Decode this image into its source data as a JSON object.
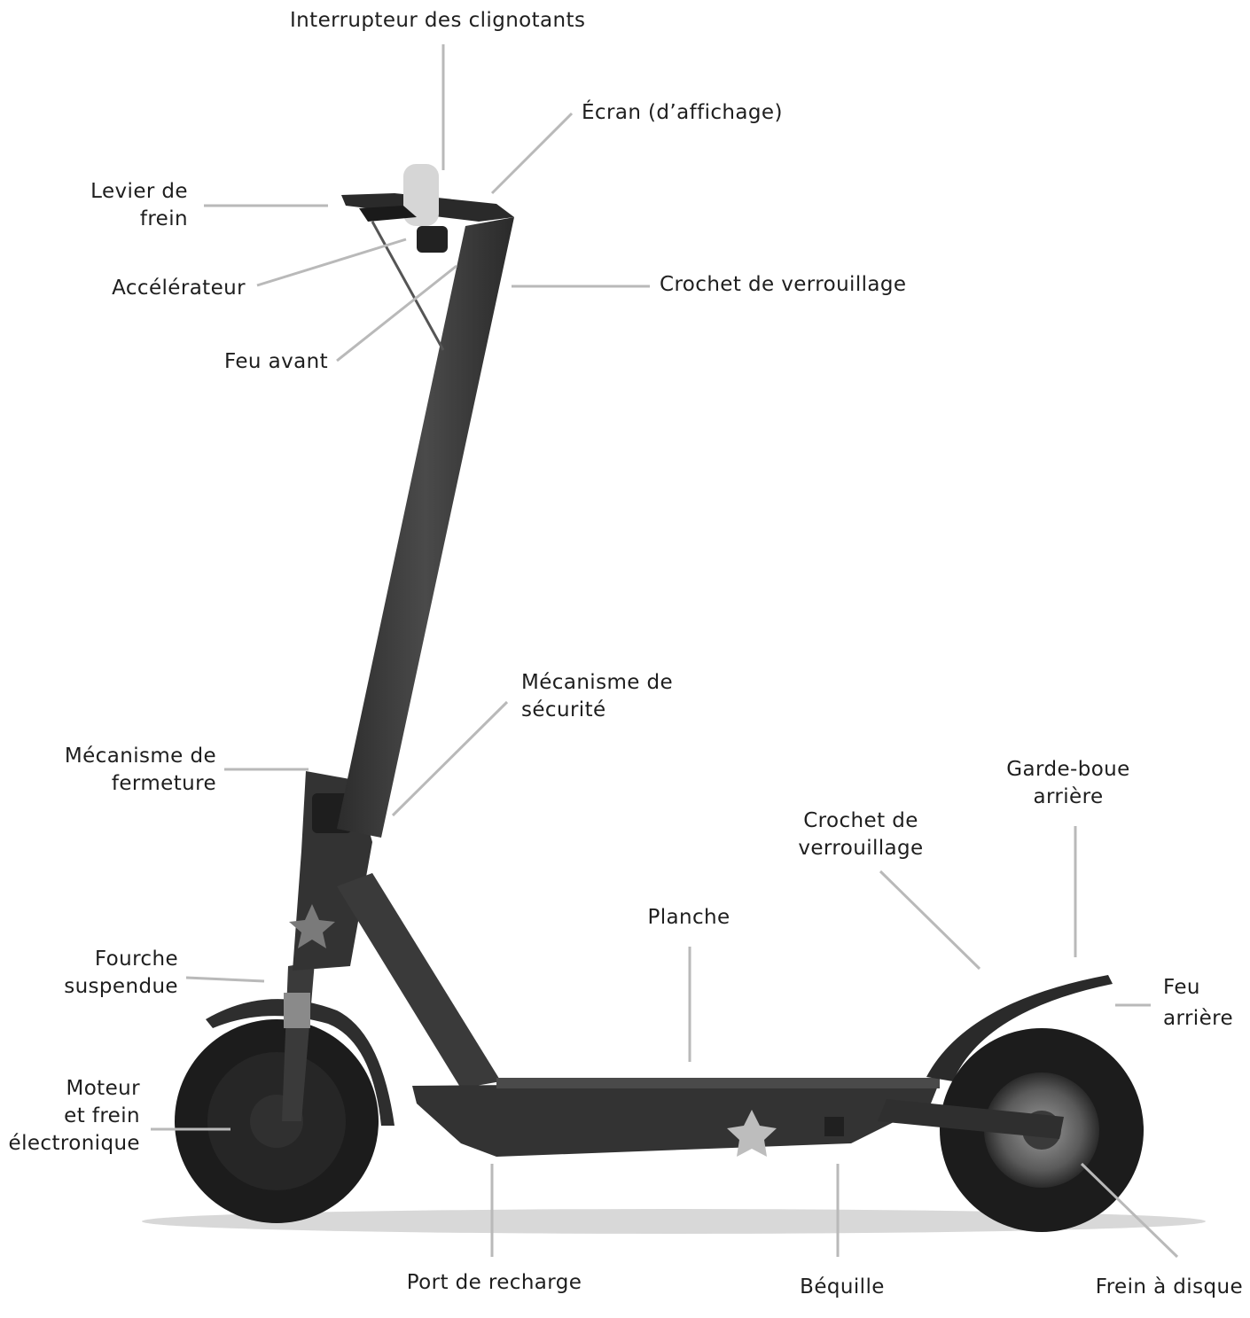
{
  "labels": {
    "interrupteur": "Interrupteur des clignotants",
    "ecran": "Écran (d’affichage)",
    "levier": [
      "Levier de",
      "frein"
    ],
    "accelerateur": "Accélérateur",
    "crochet_haut": "Crochet de verrouillage",
    "feu_avant": "Feu avant",
    "securite": [
      "Mécanisme de",
      "sécurité"
    ],
    "fermeture": [
      "Mécanisme de",
      "fermeture"
    ],
    "garde_boue": [
      "Garde-boue",
      "arrière"
    ],
    "crochet_bas": [
      "Crochet de",
      "verrouillage"
    ],
    "planche": "Planche",
    "fourche": [
      "Fourche",
      "suspendue"
    ],
    "feu_arriere": [
      "Feu",
      "arrière"
    ],
    "moteur": [
      "Moteur",
      "et frein",
      "électronique"
    ],
    "port": "Port de recharge",
    "bequille": "Béquille",
    "frein_disque": "Frein à disque"
  },
  "colors": {
    "scooter_body": "#3a3a3a",
    "tire": "#1c1c1c",
    "leader_line": "#b9b9b9",
    "text": "#1e1e1e"
  }
}
